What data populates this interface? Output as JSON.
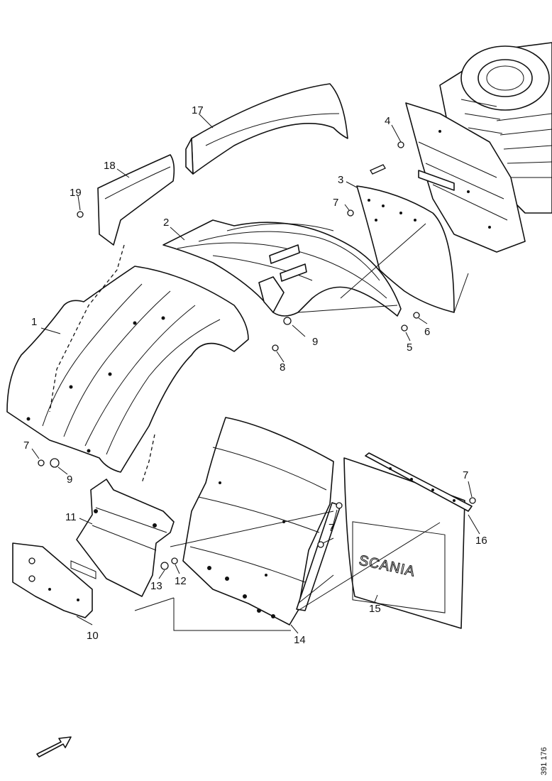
{
  "labels": {
    "p1": "1",
    "p2": "2",
    "p3": "3",
    "p4": "4",
    "p5": "5",
    "p6": "6",
    "p7a": "7",
    "p7b": "7",
    "p7c": "7",
    "p7d": "7",
    "p8": "8",
    "p9a": "9",
    "p9b": "9",
    "p10": "10",
    "p11": "11",
    "p12": "12",
    "p13": "13",
    "p14": "14",
    "p15": "15",
    "p16": "16",
    "p17": "17",
    "p18": "18",
    "p19": "19"
  },
  "mudflap_logo": "SCANIA",
  "reference_number": "391 176",
  "icons": {
    "direction": "arrow-icon"
  }
}
